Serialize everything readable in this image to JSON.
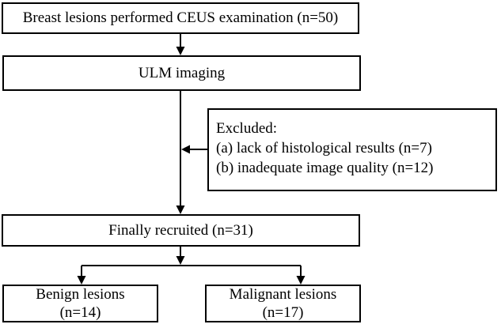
{
  "colors": {
    "background": "#ffffff",
    "line": "#000000",
    "text": "#000000"
  },
  "flowchart": {
    "top_box": {
      "label": "Breast lesions performed CEUS examination (n=50)"
    },
    "ulm_box": {
      "label": "ULM imaging"
    },
    "excluded_box": {
      "line1": "Excluded:",
      "line2": "(a) lack of histological results (n=7)",
      "line3": "(b) inadequate image quality (n=12)"
    },
    "recruited_box": {
      "label": "Finally recruited (n=31)"
    },
    "benign_box": {
      "line1": "Benign lesions",
      "line2": "(n=14)"
    },
    "malignant_box": {
      "line1": "Malignant lesions",
      "line2": "(n=17)"
    }
  }
}
